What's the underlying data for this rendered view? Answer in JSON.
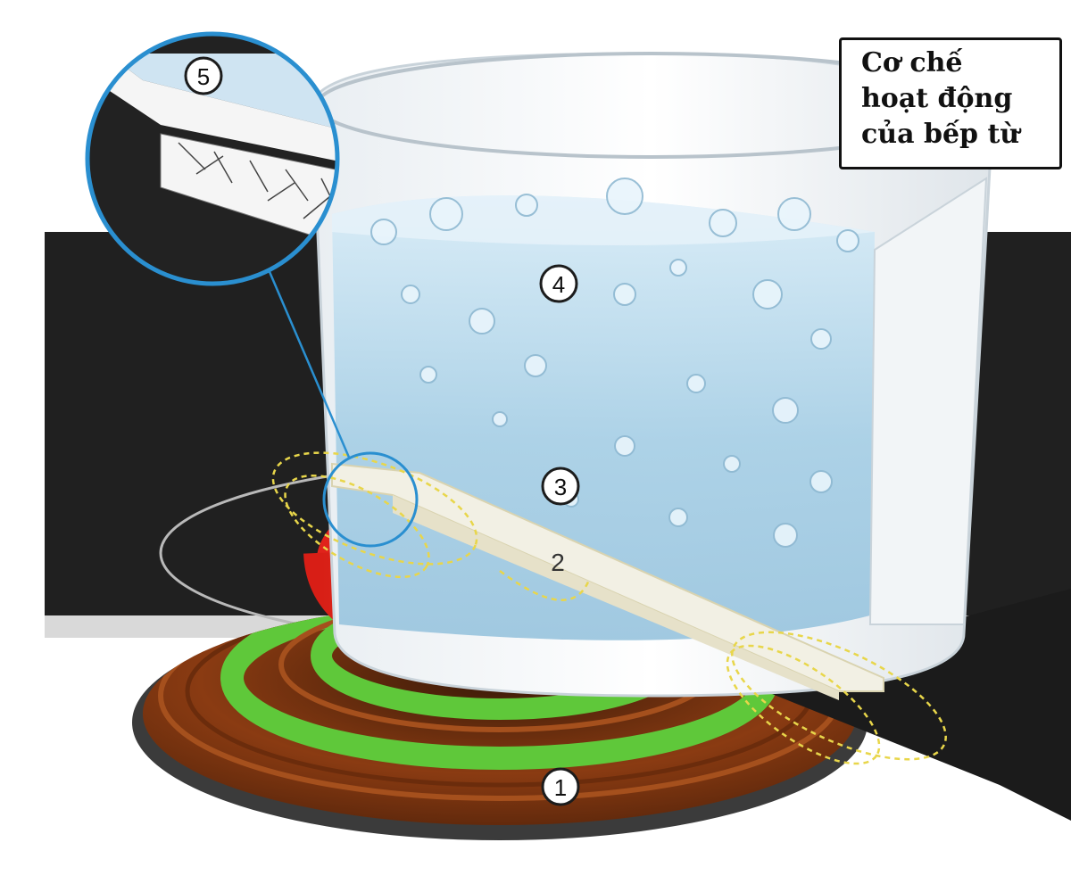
{
  "title": {
    "lines": [
      "Cơ chế",
      "hoạt động",
      "của bếp từ"
    ]
  },
  "markers": [
    {
      "id": "1",
      "label": "1"
    },
    {
      "id": "2",
      "label": "2"
    },
    {
      "id": "3",
      "label": "3"
    },
    {
      "id": "4",
      "label": "4"
    },
    {
      "id": "5",
      "label": "5"
    }
  ],
  "colors": {
    "cooktop": "#1c1c1c",
    "coil_copper": "#8a3b12",
    "coil_green": "#5fc83a",
    "heat_red": "#e0231b",
    "heat_orange": "#ee6a2c",
    "water": "#a9d0e6",
    "magnifier_ring": "#2a8fd0",
    "field_lines": "#e8d64a"
  }
}
